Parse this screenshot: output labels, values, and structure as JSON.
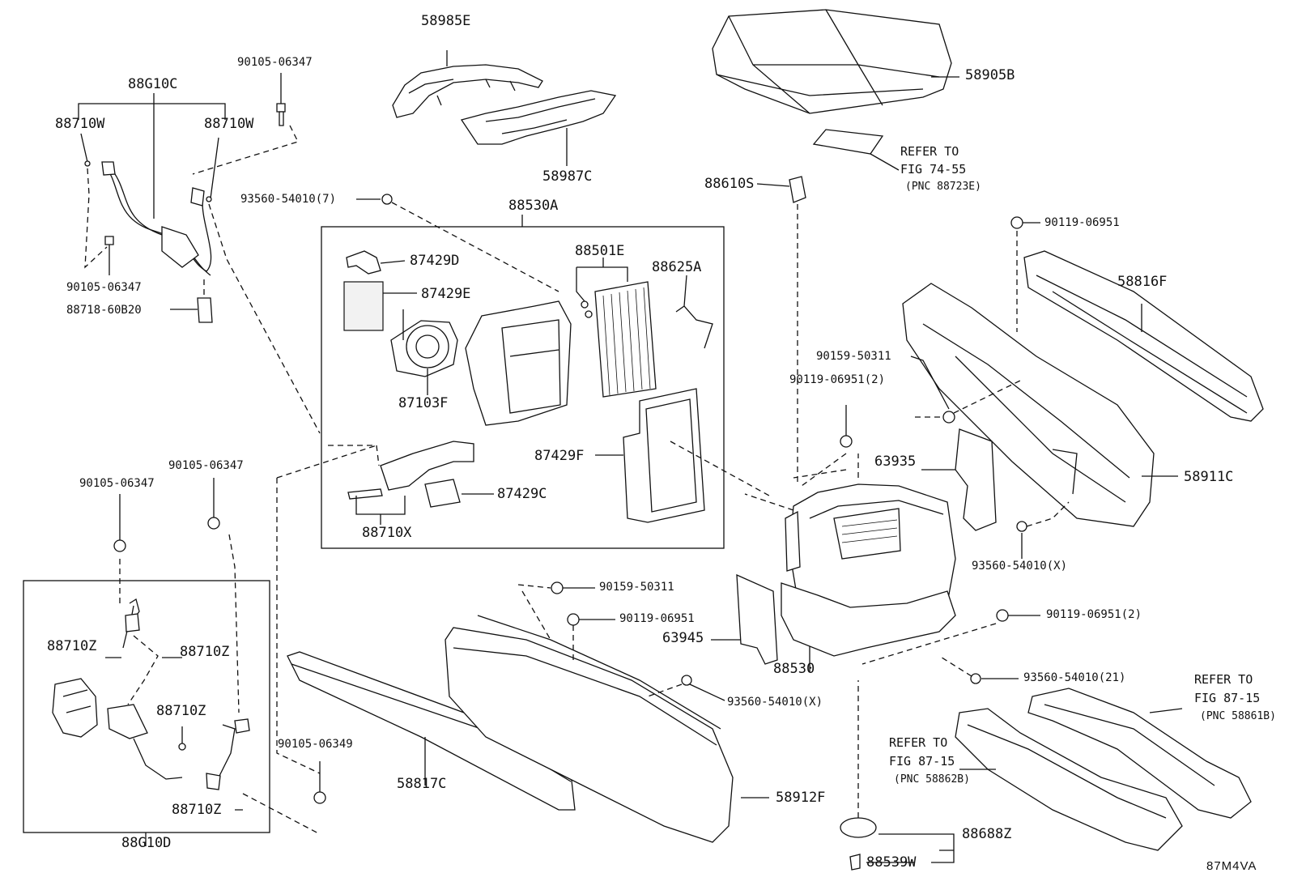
{
  "diagram_code": "87M4VA",
  "labels": {
    "p58985E": "58985E",
    "p58987C": "58987C",
    "p58905B": "58905B",
    "refer1_a": "REFER TO",
    "refer1_b": "FIG 74-55",
    "refer1_c": "(PNC 88723E)",
    "p88610S": "88610S",
    "p88G10C": "88G10C",
    "p90105_top": "90105-06347",
    "p88710W_l": "88710W",
    "p88710W_r": "88710W",
    "p93560_7": "93560-54010(7)",
    "p90105_mid": "90105-06347",
    "p88718": "88718-60B20",
    "p88530A": "88530A",
    "p87429D": "87429D",
    "p87429E": "87429E",
    "p88501E": "88501E",
    "p88625A": "88625A",
    "p87103F": "87103F",
    "p87429F": "87429F",
    "p87429C": "87429C",
    "p88710X": "88710X",
    "p90119_top": "90119-06951",
    "p58816F": "58816F",
    "p90159_r": "90159-50311",
    "p90119_2a": "90119-06951(2)",
    "p63935": "63935",
    "p58911C": "58911C",
    "p93560_X_r": "93560-54010(X)",
    "p90105_l1": "90105-06347",
    "p90105_l2": "90105-06347",
    "p88710Z_a": "88710Z",
    "p88710Z_b": "88710Z",
    "p88710Z_c": "88710Z",
    "p88710Z_d": "88710Z",
    "p88G10D": "88G10D",
    "p90105_06349": "90105-06349",
    "p90159_c": "90159-50311",
    "p90119_c": "90119-06951",
    "p63945": "63945",
    "p88530": "88530",
    "p90119_2b": "90119-06951(2)",
    "p93560_21": "93560-54010(21)",
    "p93560_X_c": "93560-54010(X)",
    "p58817C": "58817C",
    "p58912F": "58912F",
    "refer2_a": "REFER TO",
    "refer2_b": "FIG 87-15",
    "refer2_c": "(PNC 58861B)",
    "refer3_a": "REFER TO",
    "refer3_b": "FIG 87-15",
    "refer3_c": "(PNC 58862B)",
    "p88688Z": "88688Z",
    "p88539W": "88539W"
  }
}
